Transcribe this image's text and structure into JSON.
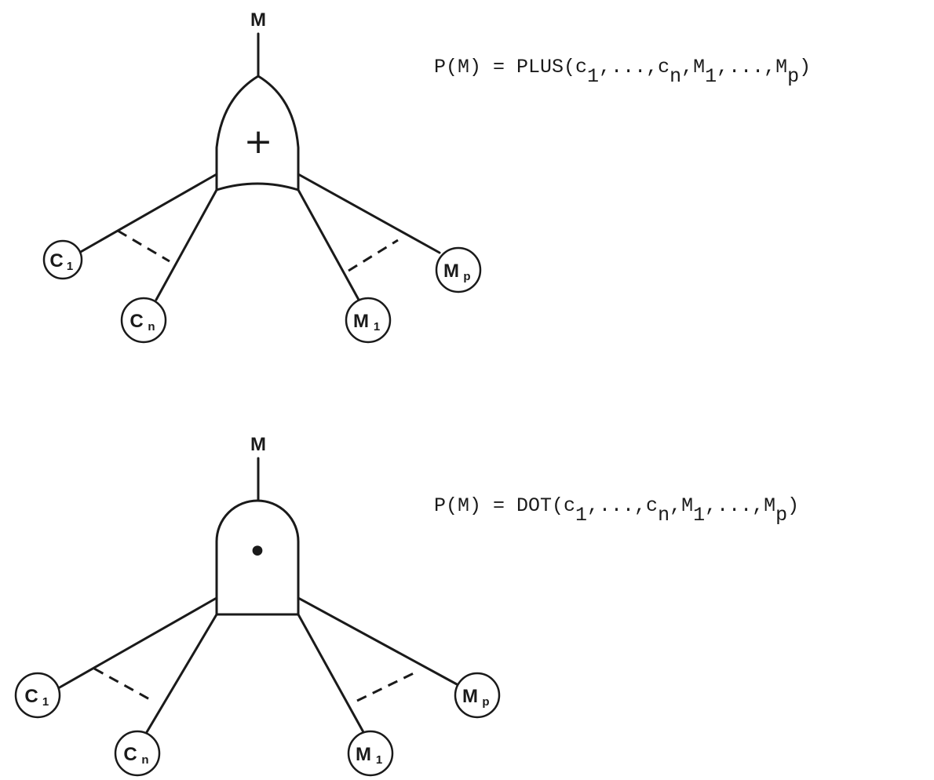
{
  "diagrams": [
    {
      "operator": "plus",
      "symbol": "+",
      "top_label": "M",
      "nodes": [
        {
          "main": "C",
          "sub": "1"
        },
        {
          "main": "C",
          "sub": "n"
        },
        {
          "main": "M",
          "sub": "1"
        },
        {
          "main": "M",
          "sub": "p"
        }
      ],
      "formula": {
        "prefix": "P(M) = PLUS(c",
        "parts": [
          {
            "text": "",
            "sub": "1"
          },
          {
            "text": ",...,c",
            "sub": "n"
          },
          {
            "text": ",M",
            "sub": "1"
          },
          {
            "text": ",...,M",
            "sub": "p"
          }
        ],
        "suffix": ")"
      }
    },
    {
      "operator": "dot",
      "symbol": "•",
      "top_label": "M",
      "nodes": [
        {
          "main": "C",
          "sub": "1"
        },
        {
          "main": "C",
          "sub": "n"
        },
        {
          "main": "M",
          "sub": "1"
        },
        {
          "main": "M",
          "sub": "p"
        }
      ],
      "formula": {
        "prefix": "P(M) = DOT(c",
        "parts": [
          {
            "text": "",
            "sub": "1"
          },
          {
            "text": ",...,c",
            "sub": "n"
          },
          {
            "text": ",M",
            "sub": "1"
          },
          {
            "text": ",...,M",
            "sub": "p"
          }
        ],
        "suffix": ")"
      }
    }
  ]
}
